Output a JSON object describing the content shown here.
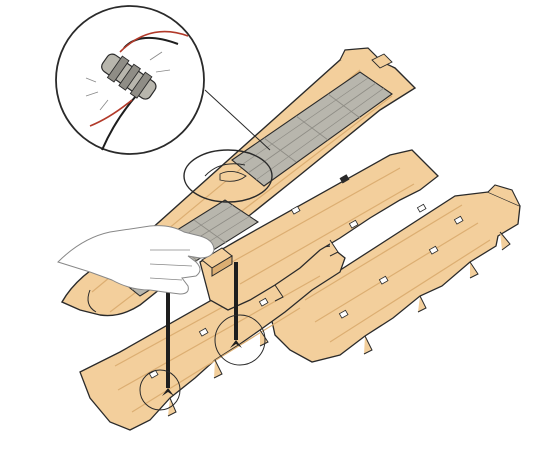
{
  "illustration": {
    "colors": {
      "background": "#ffffff",
      "outline": "#2a2a2a",
      "tile_fill": "#f3cf9c",
      "tile_shade": "#dcae72",
      "panel_fill": "#b8b6ad",
      "panel_grid": "#8f8d86",
      "cable": "#1e1e1e",
      "wire_red": "#b23a2a",
      "hand_fill": "#ffffff"
    },
    "icons": [
      "solar-roof-tile",
      "roof-tile",
      "connector-plug",
      "cable",
      "hand",
      "magnifier-callout"
    ],
    "labels": []
  }
}
